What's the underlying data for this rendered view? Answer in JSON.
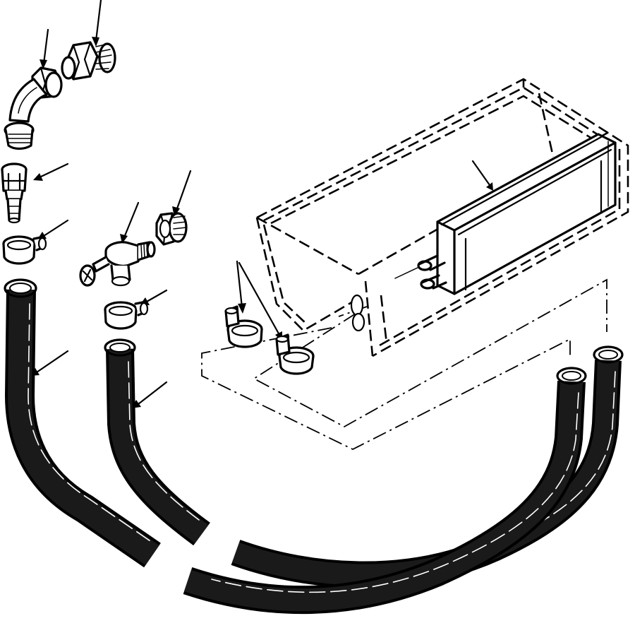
{
  "diagram": {
    "colors": {
      "ink": "#000000",
      "background": "#ffffff"
    },
    "parts": [
      {
        "id": "connector-straight",
        "icon": "male-connector"
      },
      {
        "id": "elbow-fitting",
        "icon": "elbow-90"
      },
      {
        "id": "hose-barb-fitting",
        "icon": "hose-barb"
      },
      {
        "id": "hose-clamp-left",
        "icon": "worm-clamp"
      },
      {
        "id": "drain-valve",
        "icon": "petcock"
      },
      {
        "id": "reducer-bushing",
        "icon": "bushing"
      },
      {
        "id": "hose-clamp-mid",
        "icon": "worm-clamp"
      },
      {
        "id": "heater-core",
        "icon": "heater-core"
      },
      {
        "id": "heater-housing",
        "icon": "housing-phantom"
      },
      {
        "id": "hose-clamp-pair",
        "icon": "worm-clamp"
      },
      {
        "id": "heater-hose-long",
        "icon": "hose"
      },
      {
        "id": "heater-hose-short",
        "icon": "hose"
      },
      {
        "id": "heater-hose-pair",
        "icon": "hose"
      }
    ]
  }
}
